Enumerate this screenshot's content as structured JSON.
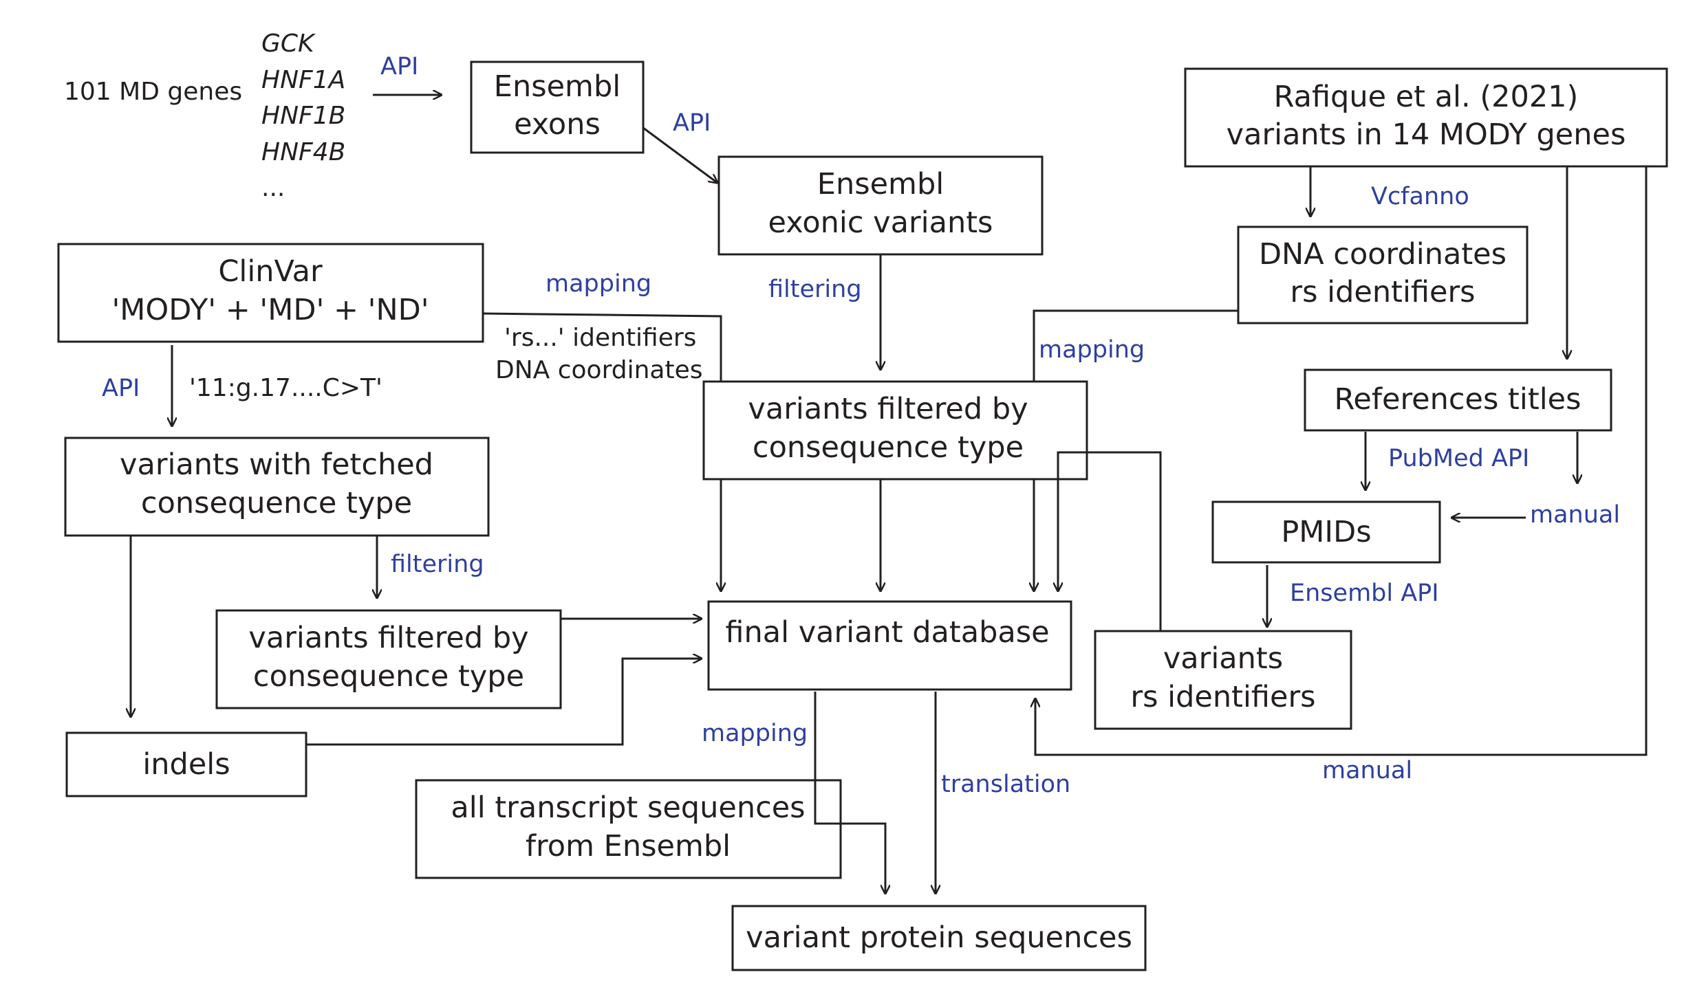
{
  "colors": {
    "ink": "#231f20",
    "label_blue": "#2e3f9f",
    "background": "#ffffff"
  },
  "genes": {
    "label": "101 MD genes",
    "list": [
      "GCK",
      "HNF1A",
      "HNF1B",
      "HNF4B",
      "..."
    ]
  },
  "nodes": {
    "ensembl_exons": [
      "Ensembl",
      "exons"
    ],
    "ensembl_exonic_variants": [
      "Ensembl",
      "exonic variants"
    ],
    "rafique": [
      "Rafique et al. (2021)",
      "variants in 14 MODY genes"
    ],
    "dna_coords_rs": [
      "DNA coordinates",
      "rs identifiers"
    ],
    "clinvar": [
      "ClinVar",
      "'MODY' + 'MD' + 'ND'"
    ],
    "filtered_center": [
      "variants filtered by",
      "consequence type"
    ],
    "references_titles": [
      "References titles"
    ],
    "fetched_consequence": [
      "variants with fetched",
      "consequence type"
    ],
    "pmids": [
      "PMIDs"
    ],
    "filtered_left": [
      "variants filtered by",
      "consequence type"
    ],
    "final_db": [
      "final variant database"
    ],
    "variants_rs": [
      "variants",
      "rs identifiers"
    ],
    "indels": [
      "indels"
    ],
    "transcripts": [
      "all transcript sequences",
      "from Ensembl"
    ],
    "protein_seqs": [
      "variant protein sequences"
    ]
  },
  "edge_labels": {
    "api_genes_exons": "API",
    "api_exons_variants": "API",
    "vcfanno": "Vcfanno",
    "mapping_clinvar": "mapping",
    "filtering_ensembl": "filtering",
    "mapping_dna": "mapping",
    "api_clinvar": "API",
    "pubmed_api": "PubMed API",
    "manual_pmids": "manual",
    "filtering_left": "filtering",
    "ensembl_api": "Ensembl API",
    "mapping_final": "mapping",
    "translation": "translation",
    "manual_final": "manual"
  },
  "annotations": {
    "rs_ids": "'rs...' identifiers",
    "dna_coords": "DNA coordinates",
    "hgvs_example": "'11:g.17....C>T'"
  }
}
